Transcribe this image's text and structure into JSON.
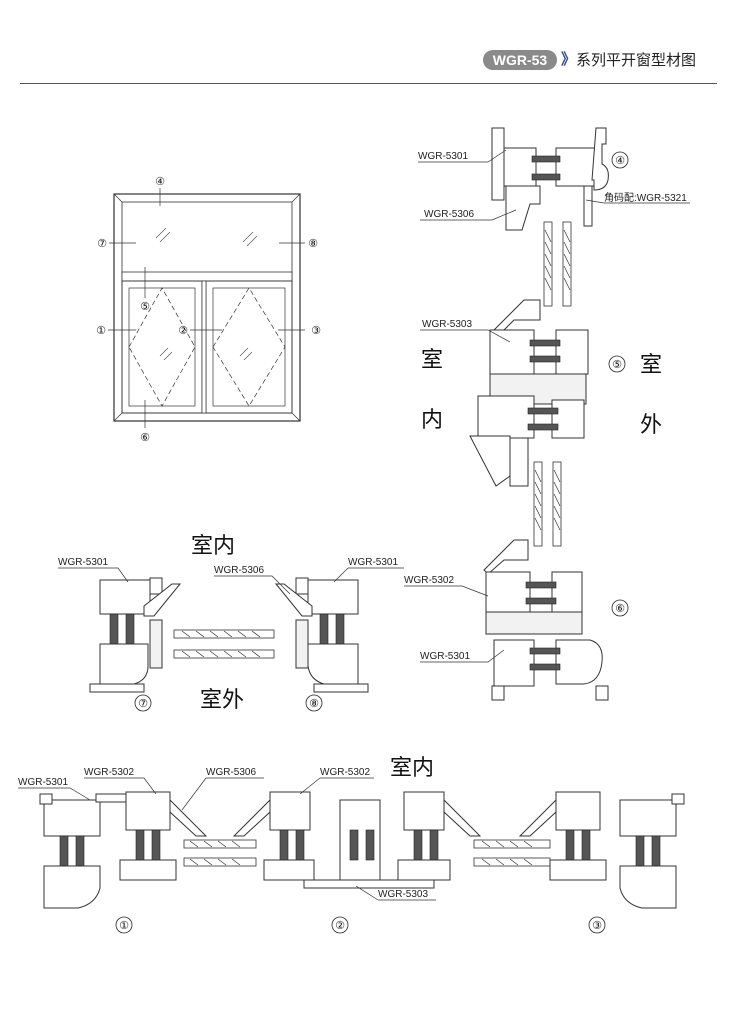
{
  "header": {
    "badge": "WGR-53",
    "arrow": "》",
    "title": "系列平开窗型材图"
  },
  "window": {
    "markers": [
      "④",
      "⑦",
      "⑧",
      "⑤",
      "①",
      "②",
      "③",
      "⑥"
    ]
  },
  "vertical_section": {
    "labels": [
      "WGR-5301",
      "WGR-5306",
      "角码配:WGR-5321",
      "WGR-5303",
      "WGR-5302",
      "WGR-5301"
    ],
    "markers": [
      "④",
      "⑤",
      "⑥"
    ],
    "inside": [
      "室",
      "内"
    ],
    "outside": [
      "室",
      "外"
    ]
  },
  "side_section": {
    "inside": "室内",
    "outside": "室外",
    "labels": [
      "WGR-5301",
      "WGR-5306",
      "WGR-5301"
    ],
    "markers": [
      "⑦",
      "⑧"
    ]
  },
  "bottom_section": {
    "inside": "室内",
    "labels": [
      "WGR-5301",
      "WGR-5302",
      "WGR-5306",
      "WGR-5302",
      "WGR-5303"
    ],
    "markers": [
      "①",
      "②",
      "③"
    ]
  }
}
